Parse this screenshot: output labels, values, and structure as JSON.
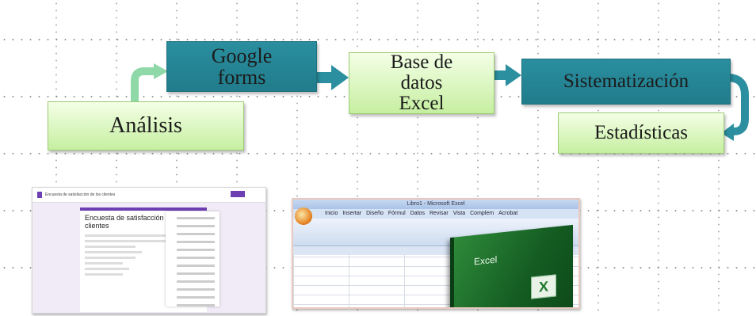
{
  "diagram": {
    "nodes": [
      {
        "id": "analisis",
        "label": "Análisis"
      },
      {
        "id": "google_forms",
        "label_lines": [
          "Google",
          "forms"
        ]
      },
      {
        "id": "base_datos",
        "label_lines": [
          "Base de",
          "datos",
          "Excel"
        ]
      },
      {
        "id": "sistematizacion",
        "label": "Sistematización"
      },
      {
        "id": "estadisticas",
        "label": "Estadísticas"
      }
    ],
    "edges": [
      [
        "analisis",
        "google_forms"
      ],
      [
        "google_forms",
        "base_datos"
      ],
      [
        "base_datos",
        "sistematizacion"
      ],
      [
        "sistematizacion",
        "estadisticas"
      ]
    ],
    "colors": {
      "green_fill": "#d9f5bf",
      "teal_fill": "#268697",
      "arrow": "#2b8fa0",
      "green_arrow": "#8fd9a8"
    }
  },
  "screenshots": {
    "forms": {
      "header_title": "Encuesta de satisfacción de los clientes",
      "card_title": "Encuesta de satisfacción de los clientes"
    },
    "excel": {
      "window_title": "Libro1 - Microsoft Excel",
      "tabs": [
        "Inicio",
        "Insertar",
        "Diseño",
        "Fórmul",
        "Datos",
        "Revisar",
        "Vista",
        "Complem",
        "Acrobat"
      ],
      "book_label": "Excel",
      "logo": "X"
    }
  }
}
